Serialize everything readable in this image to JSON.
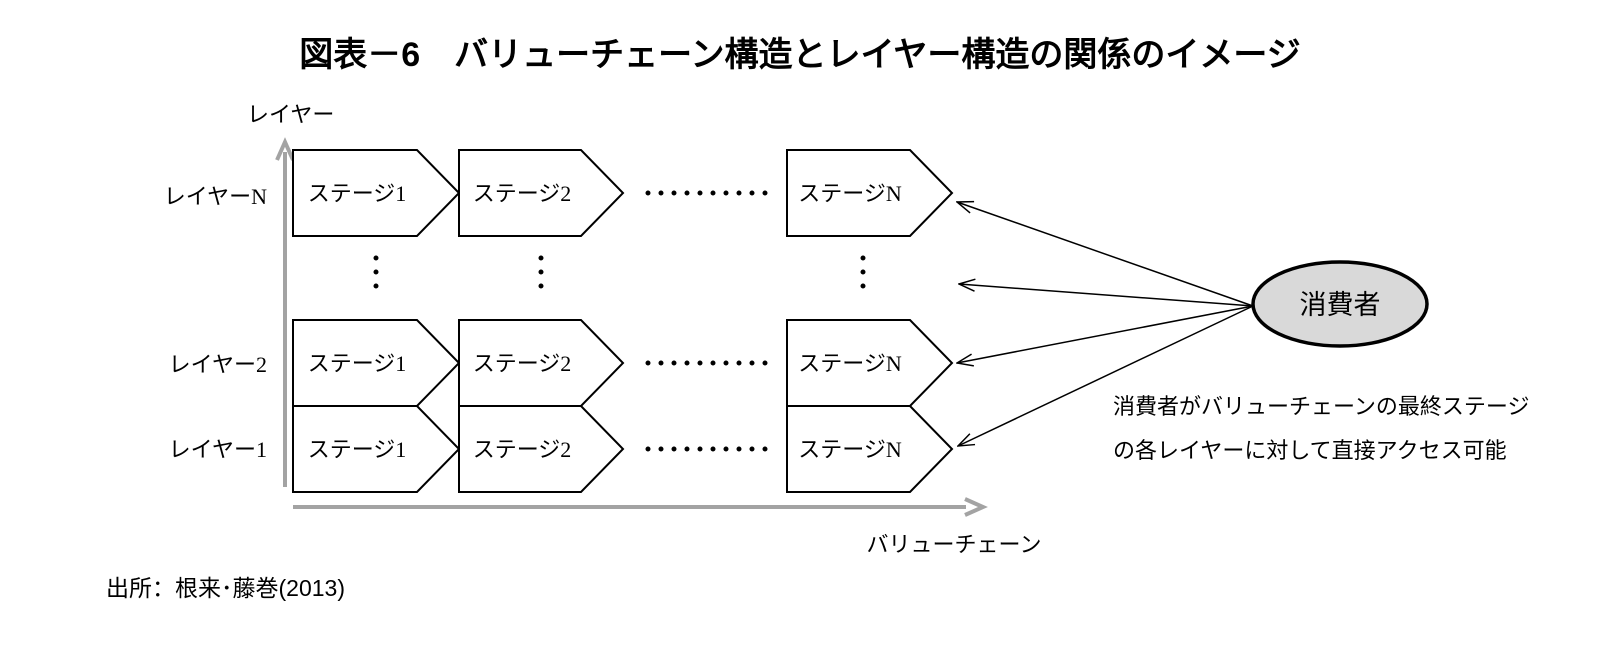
{
  "title": "図表－6　バリューチェーン構造とレイヤー構造の関係のイメージ",
  "axes": {
    "y_label": "レイヤー",
    "x_label": "バリューチェーン"
  },
  "layers": [
    {
      "label": "レイヤーN",
      "stages": [
        "ステージ1",
        "ステージ2",
        "ステージN"
      ]
    },
    {
      "label": "レイヤー2",
      "stages": [
        "ステージ1",
        "ステージ2",
        "ステージN"
      ]
    },
    {
      "label": "レイヤー1",
      "stages": [
        "ステージ1",
        "ステージ2",
        "ステージN"
      ]
    }
  ],
  "consumer": {
    "label": "消費者"
  },
  "annotation": {
    "line1": "消費者がバリューチェーンの最終ステージ",
    "line2": "の各レイヤーに対して直接アクセス可能"
  },
  "source": "出所：根来･藤巻(2013)",
  "colors": {
    "axis_gray": "#a3a3a3",
    "consumer_fill": "#d9d9d9",
    "line_black": "#000000",
    "background": "#ffffff"
  }
}
